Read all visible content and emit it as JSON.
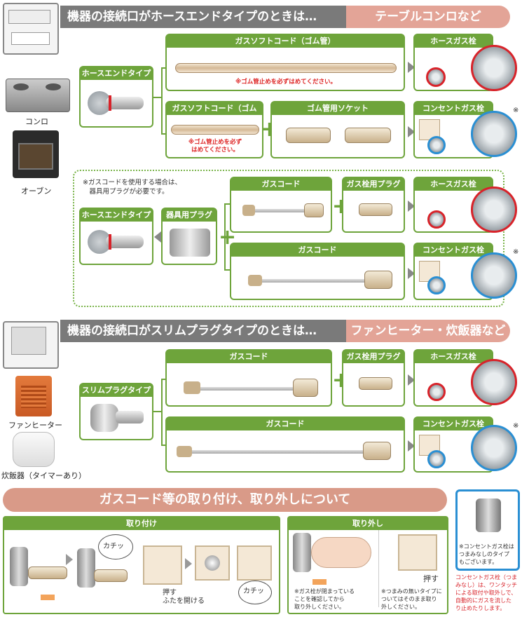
{
  "section1": {
    "title": "機器の接続口がホースエンドタイプのときは…",
    "subtitle": "テーブルコンロなど",
    "appliances": [
      "コンロ",
      "オーブン"
    ],
    "hose_end_label": "ホースエンドタイプ",
    "row1": {
      "cord_title": "ガスソフトコード（ゴム管）",
      "note": "※ゴム管止めを必ずはめてください。",
      "valve_title": "ホースガス栓"
    },
    "row2": {
      "cord_title": "ガスソフトコード（ゴム管）",
      "note": "※ゴム管止めを必ず\nはめてください。",
      "socket_title": "ゴム管用ソケット",
      "valve_title": "コンセントガス栓",
      "asterisk": "※"
    },
    "dotted": {
      "note": "※ガスコードを使用する場合は、\n　器具用プラグが必要です。",
      "hose_end_label": "ホースエンドタイプ",
      "plug_label": "器具用プラグ",
      "row3": {
        "cord_title": "ガスコード",
        "plug_title": "ガス栓用プラグ",
        "valve_title": "ホースガス栓"
      },
      "row4": {
        "cord_title": "ガスコード",
        "valve_title": "コンセントガス栓",
        "asterisk": "※"
      }
    }
  },
  "section2": {
    "title": "機器の接続口がスリムプラグタイプのときは…",
    "subtitle": "ファンヒーター・炊飯器など",
    "appliances": [
      "ファンヒーター",
      "炊飯器（タイマーあり）"
    ],
    "slim_label": "スリムプラグタイプ",
    "row1": {
      "cord_title": "ガスコード",
      "plug_title": "ガス栓用プラグ",
      "valve_title": "ホースガス栓"
    },
    "row2": {
      "cord_title": "ガスコード",
      "valve_title": "コンセントガス栓",
      "asterisk": "※"
    }
  },
  "section3": {
    "title": "ガスコード等の取り付け、取り外しについて",
    "attach": {
      "title": "取り付け",
      "click1": "カチッ",
      "push": "押す\nふたを開ける",
      "click2": "カチッ"
    },
    "detach": {
      "title": "取り外し",
      "push": "押す",
      "note1": "※ガス栓が閉まっている\nことを確認してから\n取り外しください。",
      "note2": "※つまみの無いタイプに\nついてはそのまま取り\n外しください。"
    },
    "side": {
      "note": "※コンセントガス栓は\nつまみなしのタイプ\nもございます。",
      "red_note": "コンセントガス栓（つま\nみなし）は、ワンタッチ\nによる取付や取外しで、\n自動的にガスを流した\nり止めたりします。"
    }
  },
  "colors": {
    "green": "#6ea43b",
    "pink": "#e3a497",
    "gray": "#7a7a7a",
    "red": "#d8232a",
    "blue": "#2a8fd3"
  }
}
